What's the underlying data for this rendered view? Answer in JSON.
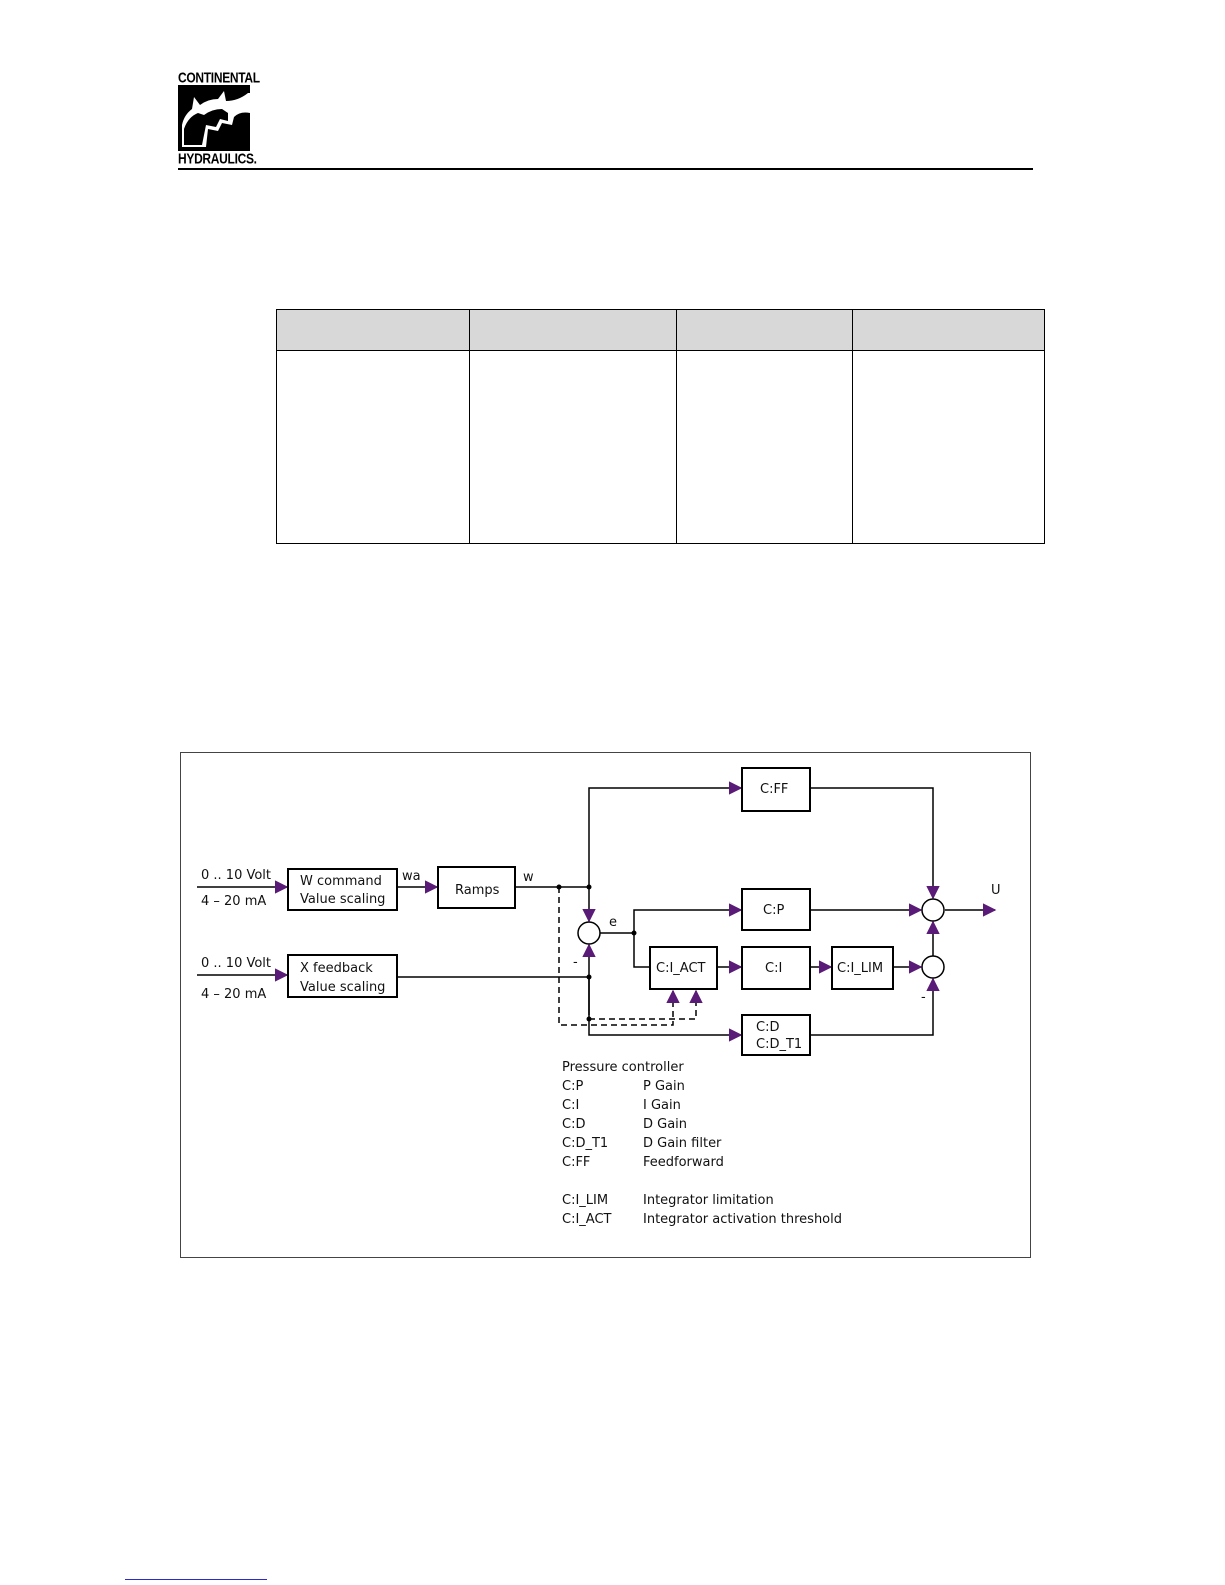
{
  "logo": {
    "top": "CONTINENTAL",
    "bottom": "HYDRAULICS."
  },
  "table": {
    "columns": 4
  },
  "diagram": {
    "inputs": {
      "in1_voltage": "0 .. 10 Volt",
      "in1_current": "4 – 20 mA",
      "in2_voltage": "0 .. 10 Volt",
      "in2_current": "4 – 20 mA"
    },
    "blocks": {
      "w_line1": "W  command",
      "w_line2": "Value scaling",
      "x_line1": "X   feedback",
      "x_line2": "Value scaling",
      "ramps": "Ramps",
      "ff": "C:FF",
      "p": "C:P",
      "i_act": "C:I_ACT",
      "i": "C:I",
      "i_lim": "C:I_LIM",
      "d_line1": "C:D",
      "d_line2": "C:D_T1"
    },
    "signals": {
      "wa": "wa",
      "w": "w",
      "e": "e",
      "u": "U",
      "minus1": "-",
      "minus2": "-"
    },
    "legend": {
      "title": "Pressure controller",
      "rows": [
        {
          "code": "C:P",
          "desc": "P Gain"
        },
        {
          "code": "C:I",
          "desc": "I Gain"
        },
        {
          "code": "C:D",
          "desc": "D Gain"
        },
        {
          "code": "C:D_T1",
          "desc": "D Gain filter"
        },
        {
          "code": "C:FF",
          "desc": "Feedforward"
        },
        {
          "code": "C:I_LIM",
          "desc": "Integrator limitation"
        },
        {
          "code": "C:I_ACT",
          "desc": "Integrator activation threshold"
        }
      ]
    },
    "colors": {
      "arrow": "#5a1a78",
      "line": "#000000"
    }
  }
}
